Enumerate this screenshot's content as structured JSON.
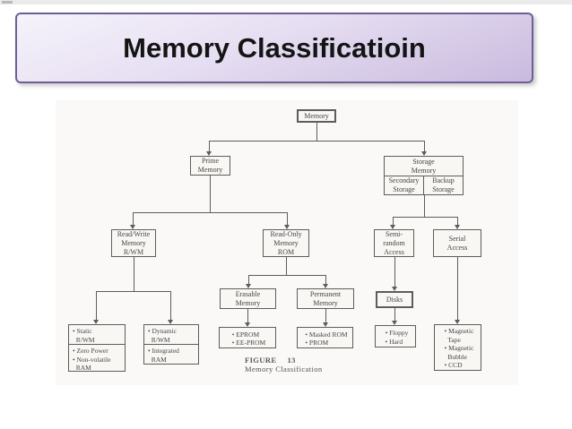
{
  "slide": {
    "title": "Memory Classificatioin"
  },
  "diagram": {
    "nodes": {
      "memory": "Memory",
      "prime_memory": "Prime\nMemory",
      "storage_memory": "Storage\nMemory",
      "secondary_storage": "Secondary\nStorage",
      "backup_storage": "Backup\nStorage",
      "read_write_memory": "Read/Write\nMemory\nR/WM",
      "read_only_memory": "Read-Only\nMemory\nROM",
      "semi_random_access": "Semi-\nrandom\nAccess",
      "serial_access": "Serial\nAccess",
      "erasable_memory": "Erasable\nMemory",
      "permanent_memory": "Permanent\nMemory",
      "disks": "Disks",
      "static_rwm": "• Static\n  R/WM",
      "zero_power_nonvolatile": "• Zero Power\n• Non-volatile\n  RAM",
      "dynamic_rwm": "• Dynamic\n  R/WM",
      "integrated_ram": "• Integrated\n  RAM",
      "eprom": "• EPROM\n• EE-PROM",
      "masked_rom": "• Masked ROM\n• PROM",
      "floppy_hard": "• Floppy\n• Hard",
      "magnetic_tape_bubble_ccd": "• Magnetic\n  Tape\n• Magnetic\n  Bubble\n• CCD"
    },
    "caption": {
      "figure_label": "FIGURE",
      "figure_number": "13",
      "figure_title": "Memory Classification"
    }
  },
  "colors": {
    "title_fill_top": "#f6f3fb",
    "title_fill_bottom": "#c9bade",
    "title_border": "#6d5f96",
    "diagram_line": "#5d5d5d",
    "diagram_text": "#454545"
  }
}
